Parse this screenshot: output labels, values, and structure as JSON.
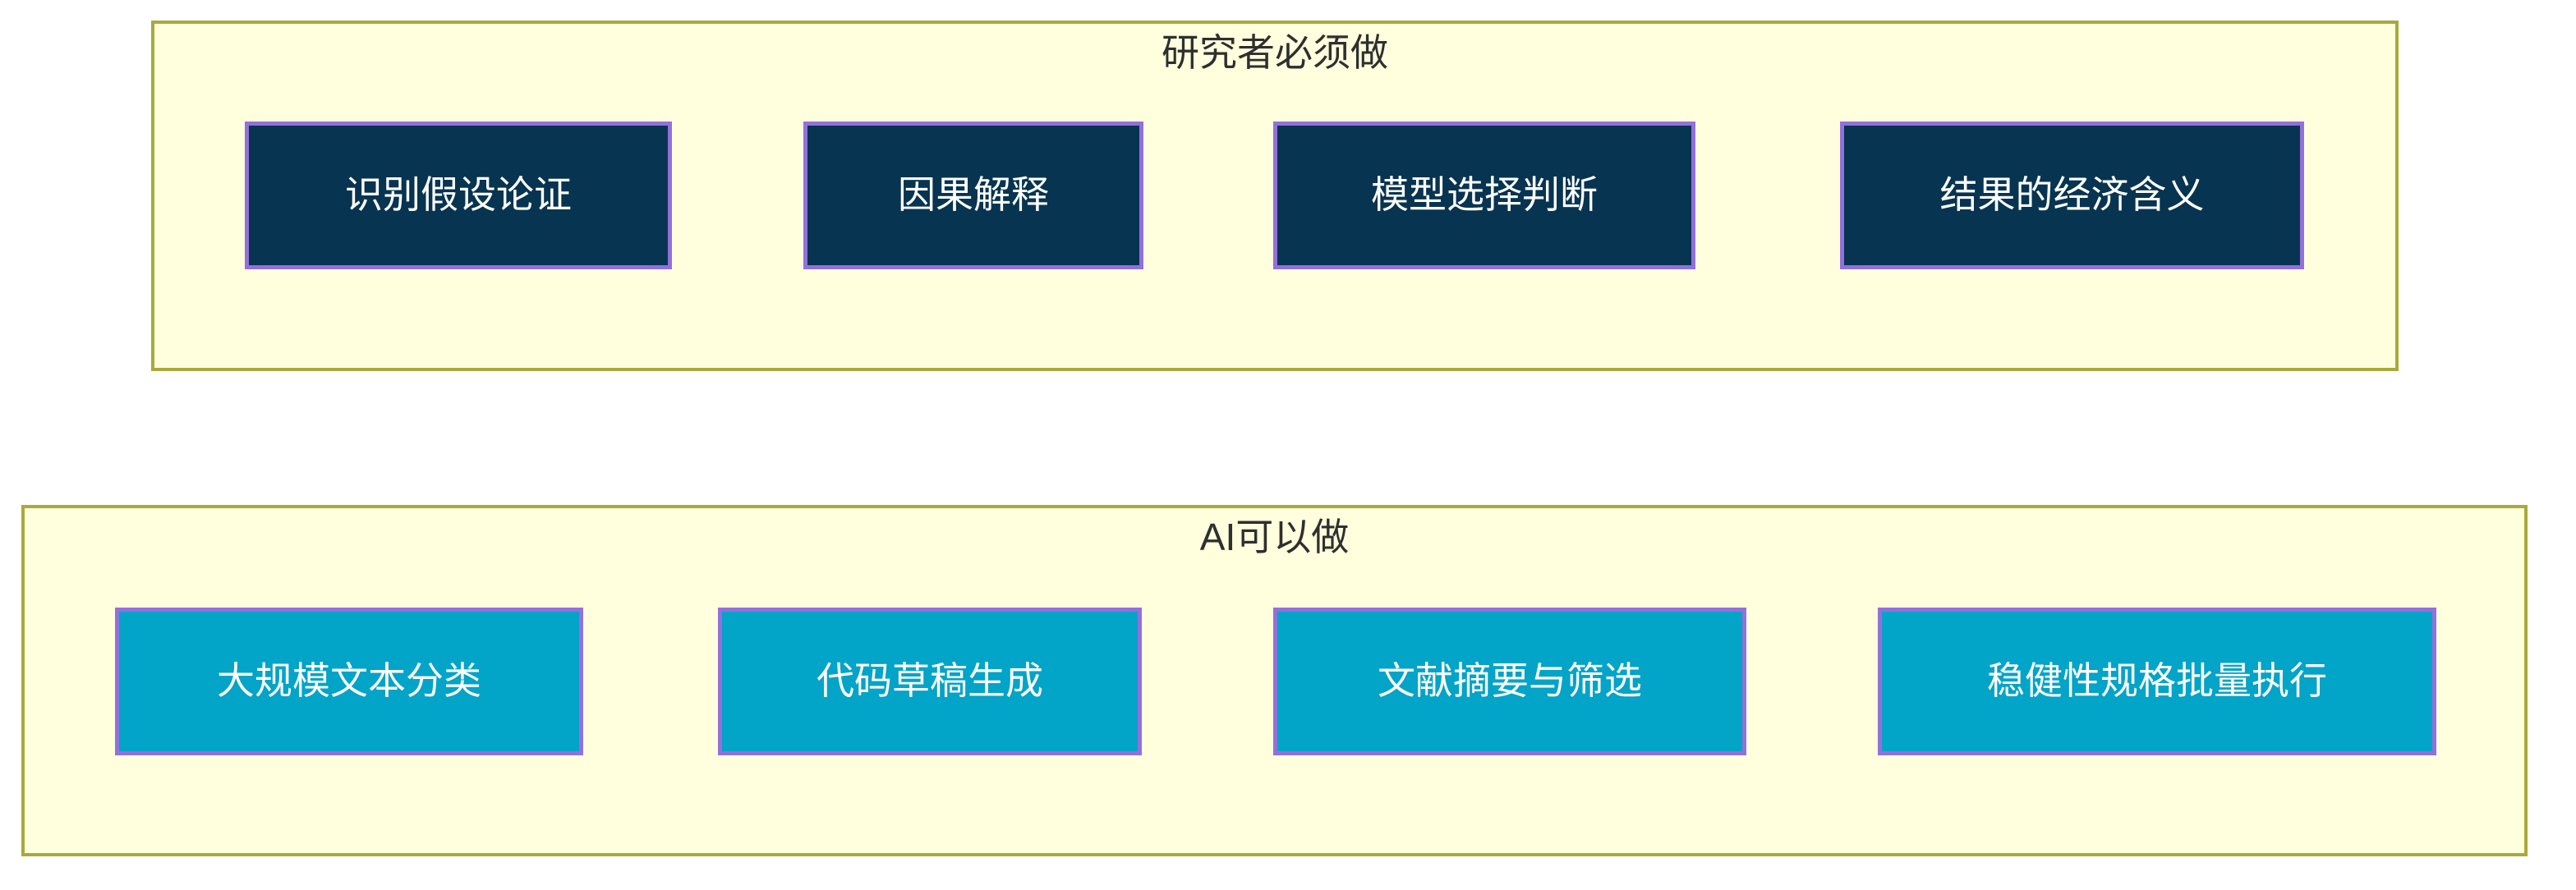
{
  "page": {
    "background": "#ffffff"
  },
  "colors": {
    "cluster_fill": "#ffffde",
    "cluster_border": "#a9a93c",
    "cluster_title_text": "#2f2f2f",
    "researcher_node_fill": "#073450",
    "ai_node_fill": "#02a4c8",
    "node_border": "#9370db",
    "node_text": "#ffffff"
  },
  "groups": [
    {
      "title": "研究者必须做",
      "nodes": [
        {
          "label": "识别假设论证"
        },
        {
          "label": "因果解释"
        },
        {
          "label": "模型选择判断"
        },
        {
          "label": "结果的经济含义"
        }
      ]
    },
    {
      "title": "AI可以做",
      "nodes": [
        {
          "label": "大规模文本分类"
        },
        {
          "label": "代码草稿生成"
        },
        {
          "label": "文献摘要与筛选"
        },
        {
          "label": "稳健性规格批量执行"
        }
      ]
    }
  ]
}
